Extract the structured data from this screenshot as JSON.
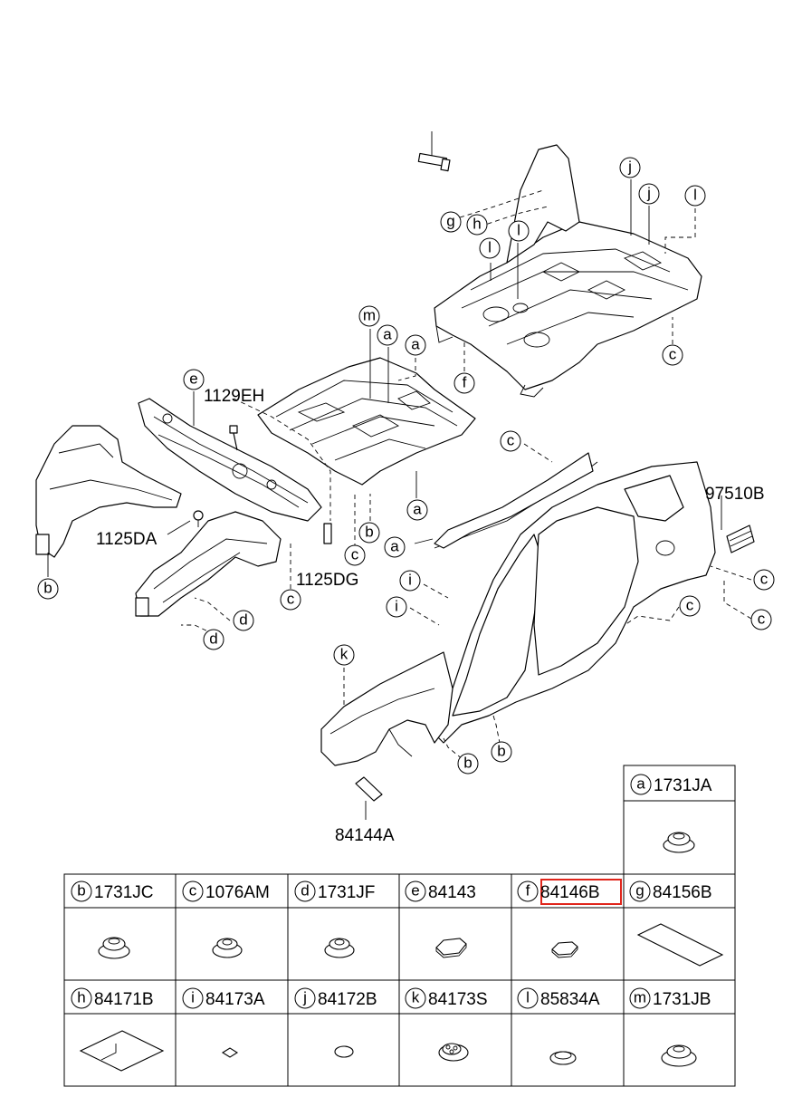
{
  "callouts": {
    "p1129EH": "1129EH",
    "p1125DA": "1125DA",
    "p1125DG": "1125DG",
    "p97510B": "97510B",
    "p84144A": "84144A"
  },
  "letters": [
    "a",
    "b",
    "c",
    "d",
    "e",
    "f",
    "g",
    "h",
    "i",
    "j",
    "k",
    "l",
    "m"
  ],
  "parts_table": [
    {
      "letter": "a",
      "part": "1731JA"
    },
    {
      "letter": "b",
      "part": "1731JC"
    },
    {
      "letter": "c",
      "part": "1076AM"
    },
    {
      "letter": "d",
      "part": "1731JF"
    },
    {
      "letter": "e",
      "part": "84143"
    },
    {
      "letter": "f",
      "part": "84146B",
      "highlighted": true
    },
    {
      "letter": "g",
      "part": "84156B"
    },
    {
      "letter": "h",
      "part": "84171B"
    },
    {
      "letter": "i",
      "part": "84173A"
    },
    {
      "letter": "j",
      "part": "84172B"
    },
    {
      "letter": "k",
      "part": "84173S"
    },
    {
      "letter": "l",
      "part": "85834A"
    },
    {
      "letter": "m",
      "part": "1731JB"
    }
  ],
  "colors": {
    "line": "#000000",
    "highlight": "#e0251b",
    "background": "#ffffff"
  }
}
